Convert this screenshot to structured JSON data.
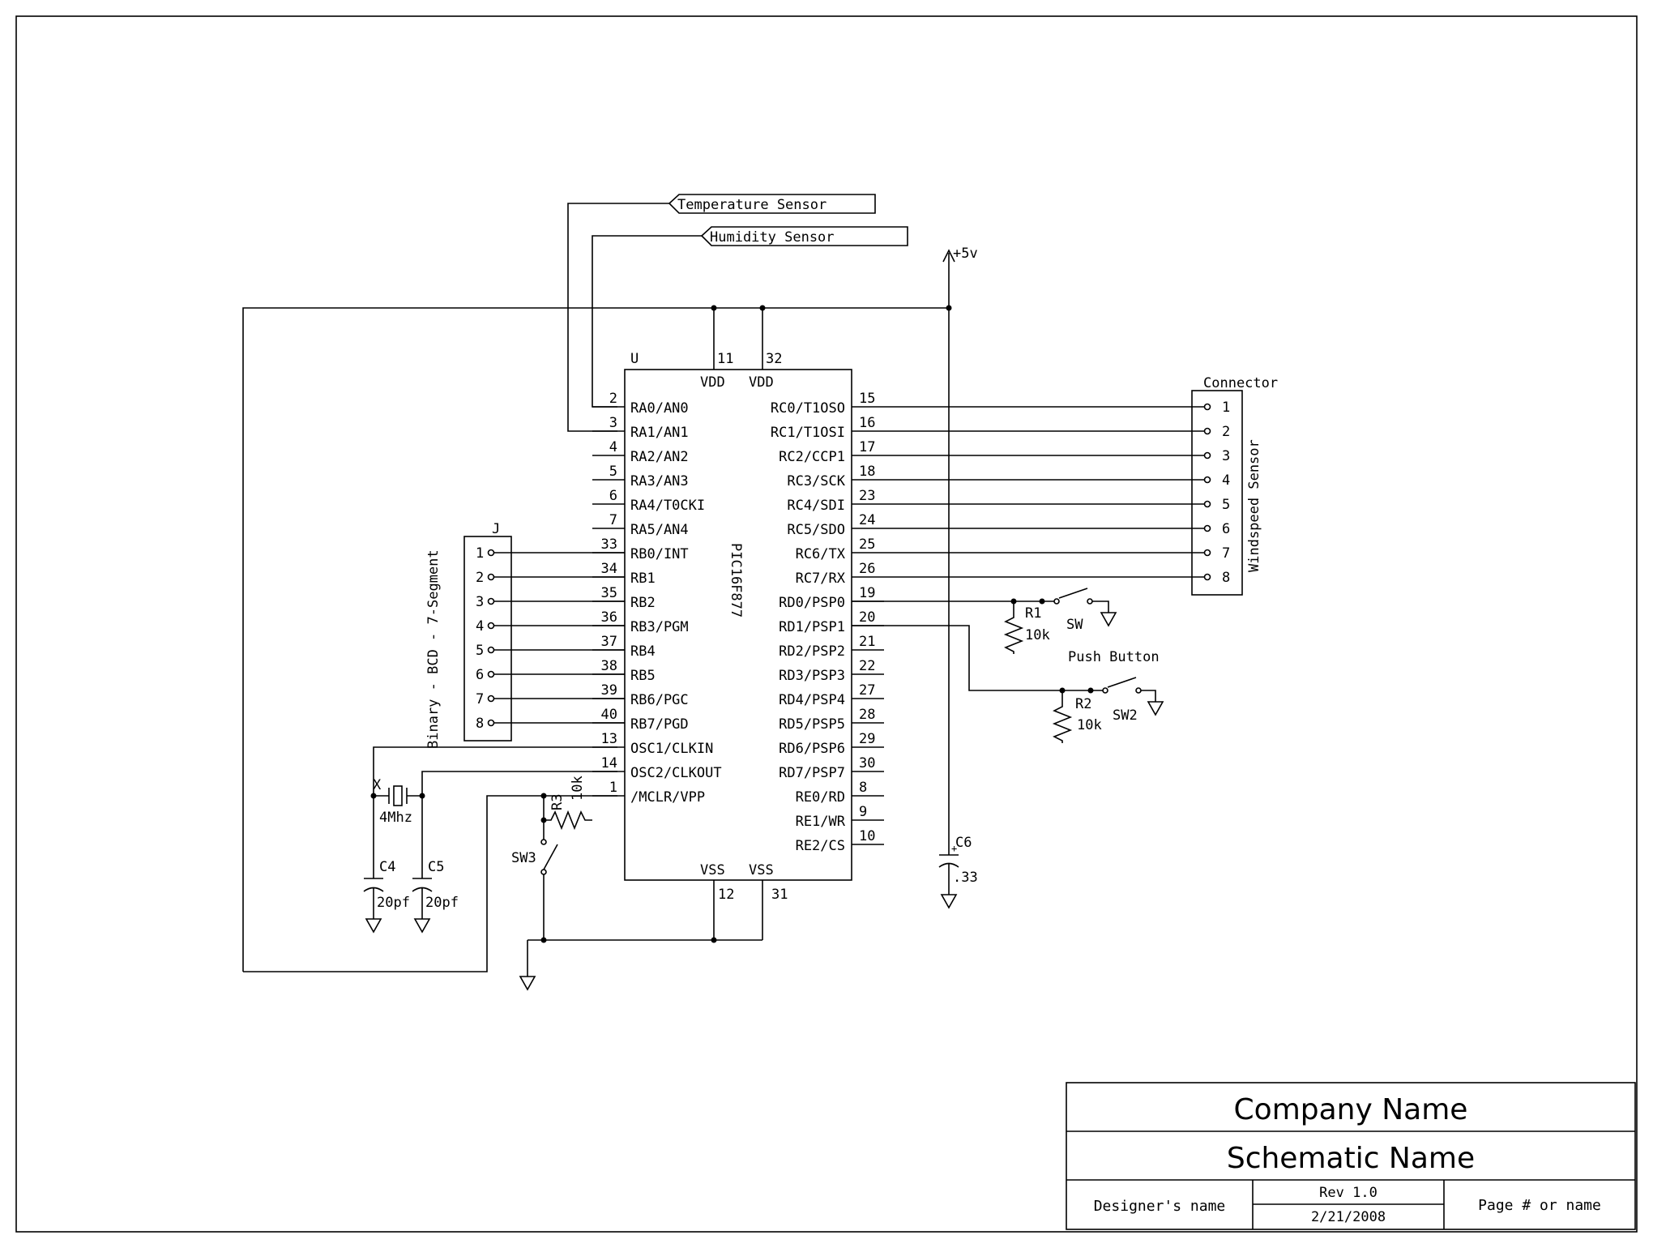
{
  "chip": {
    "ref": "U",
    "part": "PIC16F877",
    "top_pins": [
      {
        "num": "11",
        "name": "VDD"
      },
      {
        "num": "32",
        "name": "VDD"
      }
    ],
    "bottom_pins": [
      {
        "num": "12",
        "name": "VSS"
      },
      {
        "num": "31",
        "name": "VSS"
      }
    ],
    "left_pins": [
      {
        "num": "2",
        "name": "RA0/AN0"
      },
      {
        "num": "3",
        "name": "RA1/AN1"
      },
      {
        "num": "4",
        "name": "RA2/AN2"
      },
      {
        "num": "5",
        "name": "RA3/AN3"
      },
      {
        "num": "6",
        "name": "RA4/T0CKI"
      },
      {
        "num": "7",
        "name": "RA5/AN4"
      },
      {
        "num": "33",
        "name": "RB0/INT"
      },
      {
        "num": "34",
        "name": "RB1"
      },
      {
        "num": "35",
        "name": "RB2"
      },
      {
        "num": "36",
        "name": "RB3/PGM"
      },
      {
        "num": "37",
        "name": "RB4"
      },
      {
        "num": "38",
        "name": "RB5"
      },
      {
        "num": "39",
        "name": "RB6/PGC"
      },
      {
        "num": "40",
        "name": "RB7/PGD"
      },
      {
        "num": "13",
        "name": "OSC1/CLKIN"
      },
      {
        "num": "14",
        "name": "OSC2/CLKOUT"
      },
      {
        "num": "1",
        "name": "/MCLR/VPP"
      }
    ],
    "right_pins": [
      {
        "num": "15",
        "name": "RC0/T1OSO"
      },
      {
        "num": "16",
        "name": "RC1/T1OSI"
      },
      {
        "num": "17",
        "name": "RC2/CCP1"
      },
      {
        "num": "18",
        "name": "RC3/SCK"
      },
      {
        "num": "23",
        "name": "RC4/SDI"
      },
      {
        "num": "24",
        "name": "RC5/SDO"
      },
      {
        "num": "25",
        "name": "RC6/TX"
      },
      {
        "num": "26",
        "name": "RC7/RX"
      },
      {
        "num": "19",
        "name": "RD0/PSP0"
      },
      {
        "num": "20",
        "name": "RD1/PSP1"
      },
      {
        "num": "21",
        "name": "RD2/PSP2"
      },
      {
        "num": "22",
        "name": "RD3/PSP3"
      },
      {
        "num": "27",
        "name": "RD4/PSP4"
      },
      {
        "num": "28",
        "name": "RD5/PSP5"
      },
      {
        "num": "29",
        "name": "RD6/PSP6"
      },
      {
        "num": "30",
        "name": "RD7/PSP7"
      },
      {
        "num": "8",
        "name": "RE0/RD"
      },
      {
        "num": "9",
        "name": "RE1/WR"
      },
      {
        "num": "10",
        "name": "RE2/CS"
      }
    ]
  },
  "sensors": {
    "temperature": "Temperature Sensor",
    "humidity": "Humidity Sensor"
  },
  "power": {
    "vcc": "+5v"
  },
  "header_j": {
    "ref": "J",
    "label": "Binary - BCD - 7-Segment",
    "pins": [
      "1",
      "2",
      "3",
      "4",
      "5",
      "6",
      "7",
      "8"
    ]
  },
  "connector": {
    "title": "Connector",
    "label": "Windspeed Sensor",
    "pins": [
      "1",
      "2",
      "3",
      "4",
      "5",
      "6",
      "7",
      "8"
    ]
  },
  "components": {
    "r1": {
      "ref": "R1",
      "value": "10k"
    },
    "r2": {
      "ref": "R2",
      "value": "10k"
    },
    "r3": {
      "ref": "R3",
      "value": "10k"
    },
    "sw": {
      "ref": "SW"
    },
    "sw2": {
      "ref": "SW2",
      "label": "Push Button"
    },
    "sw3": {
      "ref": "SW3"
    },
    "x": {
      "ref": "X",
      "value": "4Mhz"
    },
    "c4": {
      "ref": "C4",
      "value": "20pf"
    },
    "c5": {
      "ref": "C5",
      "value": "20pf"
    },
    "c6": {
      "ref": "C6",
      "value": ".33"
    }
  },
  "title_block": {
    "company": "Company Name",
    "schematic": "Schematic Name",
    "designer": "Designer's name",
    "rev": "Rev 1.0",
    "date": "2/21/2008",
    "page": "Page # or name"
  },
  "colors": {
    "ink": "#000000",
    "paper": "#ffffff"
  }
}
